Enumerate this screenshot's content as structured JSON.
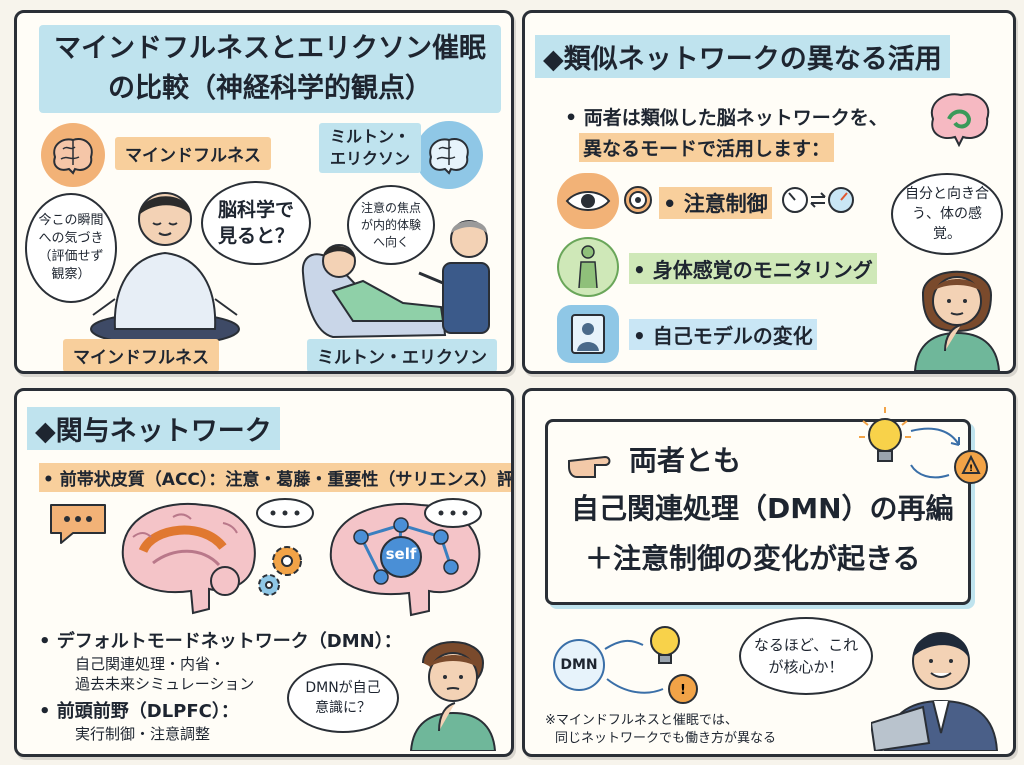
{
  "panel1": {
    "title": "マインドフルネスとエリクソン催眠の比較（神経科学的観点）",
    "tag_mindfulness_top": "マインドフルネス",
    "tag_erickson_top": "ミルトン・エリクソン",
    "bubble_left": "今この瞬間への気づき（評価せず観察）",
    "bubble_center": "脳科学で見ると？",
    "bubble_right": "注意の焦点が内的体験へ向く",
    "tag_mindfulness_bottom": "マインドフルネス",
    "tag_erickson_bottom": "ミルトン・エリクソン"
  },
  "panel2": {
    "heading": "◆類似ネットワークの異なる活用",
    "intro_line1": "• 両者は類似した脳ネットワークを、",
    "intro_line2": "異なるモードで活用します：",
    "items": [
      {
        "label": "• 注意制御",
        "icon": "eye-icon"
      },
      {
        "label": "• 身体感覚のモニタリング",
        "icon": "body-icon"
      },
      {
        "label": "• 自己モデルの変化",
        "icon": "portrait-icon"
      }
    ],
    "bubble": "自分と向き合う、体の感覚。"
  },
  "panel3": {
    "heading": "◆関与ネットワーク",
    "acc": "• 前帯状皮質（ACC）：注意・葛藤・重要性（サリエンス）評価",
    "self_label": "self",
    "dmn_title": "• デフォルトモードネットワーク（DMN）：",
    "dmn_sub1": "自己関連処理・内省・",
    "dmn_sub2": "過去未来シミュレーション",
    "dlpfc_title": "• 前頭前野（DLPFC）：",
    "dlpfc_sub": "実行制御・注意調整",
    "bubble": "DMNが自己意識に？"
  },
  "panel4": {
    "line1": "両者とも",
    "line2": "自己関連処理（DMN）の再編",
    "line3": "＋注意制御の変化が起きる",
    "dmn_label": "DMN",
    "bubble": "なるほど、これが核心か！",
    "footnote1": "※マインドフルネスと催眠では、",
    "footnote2": "同じネットワークでも働き方が異なる"
  },
  "colors": {
    "highlight_blue": "#bfe3ee",
    "highlight_orange": "#f8cf9c",
    "highlight_green": "#cfe8b8",
    "outline": "#2a2f36"
  }
}
